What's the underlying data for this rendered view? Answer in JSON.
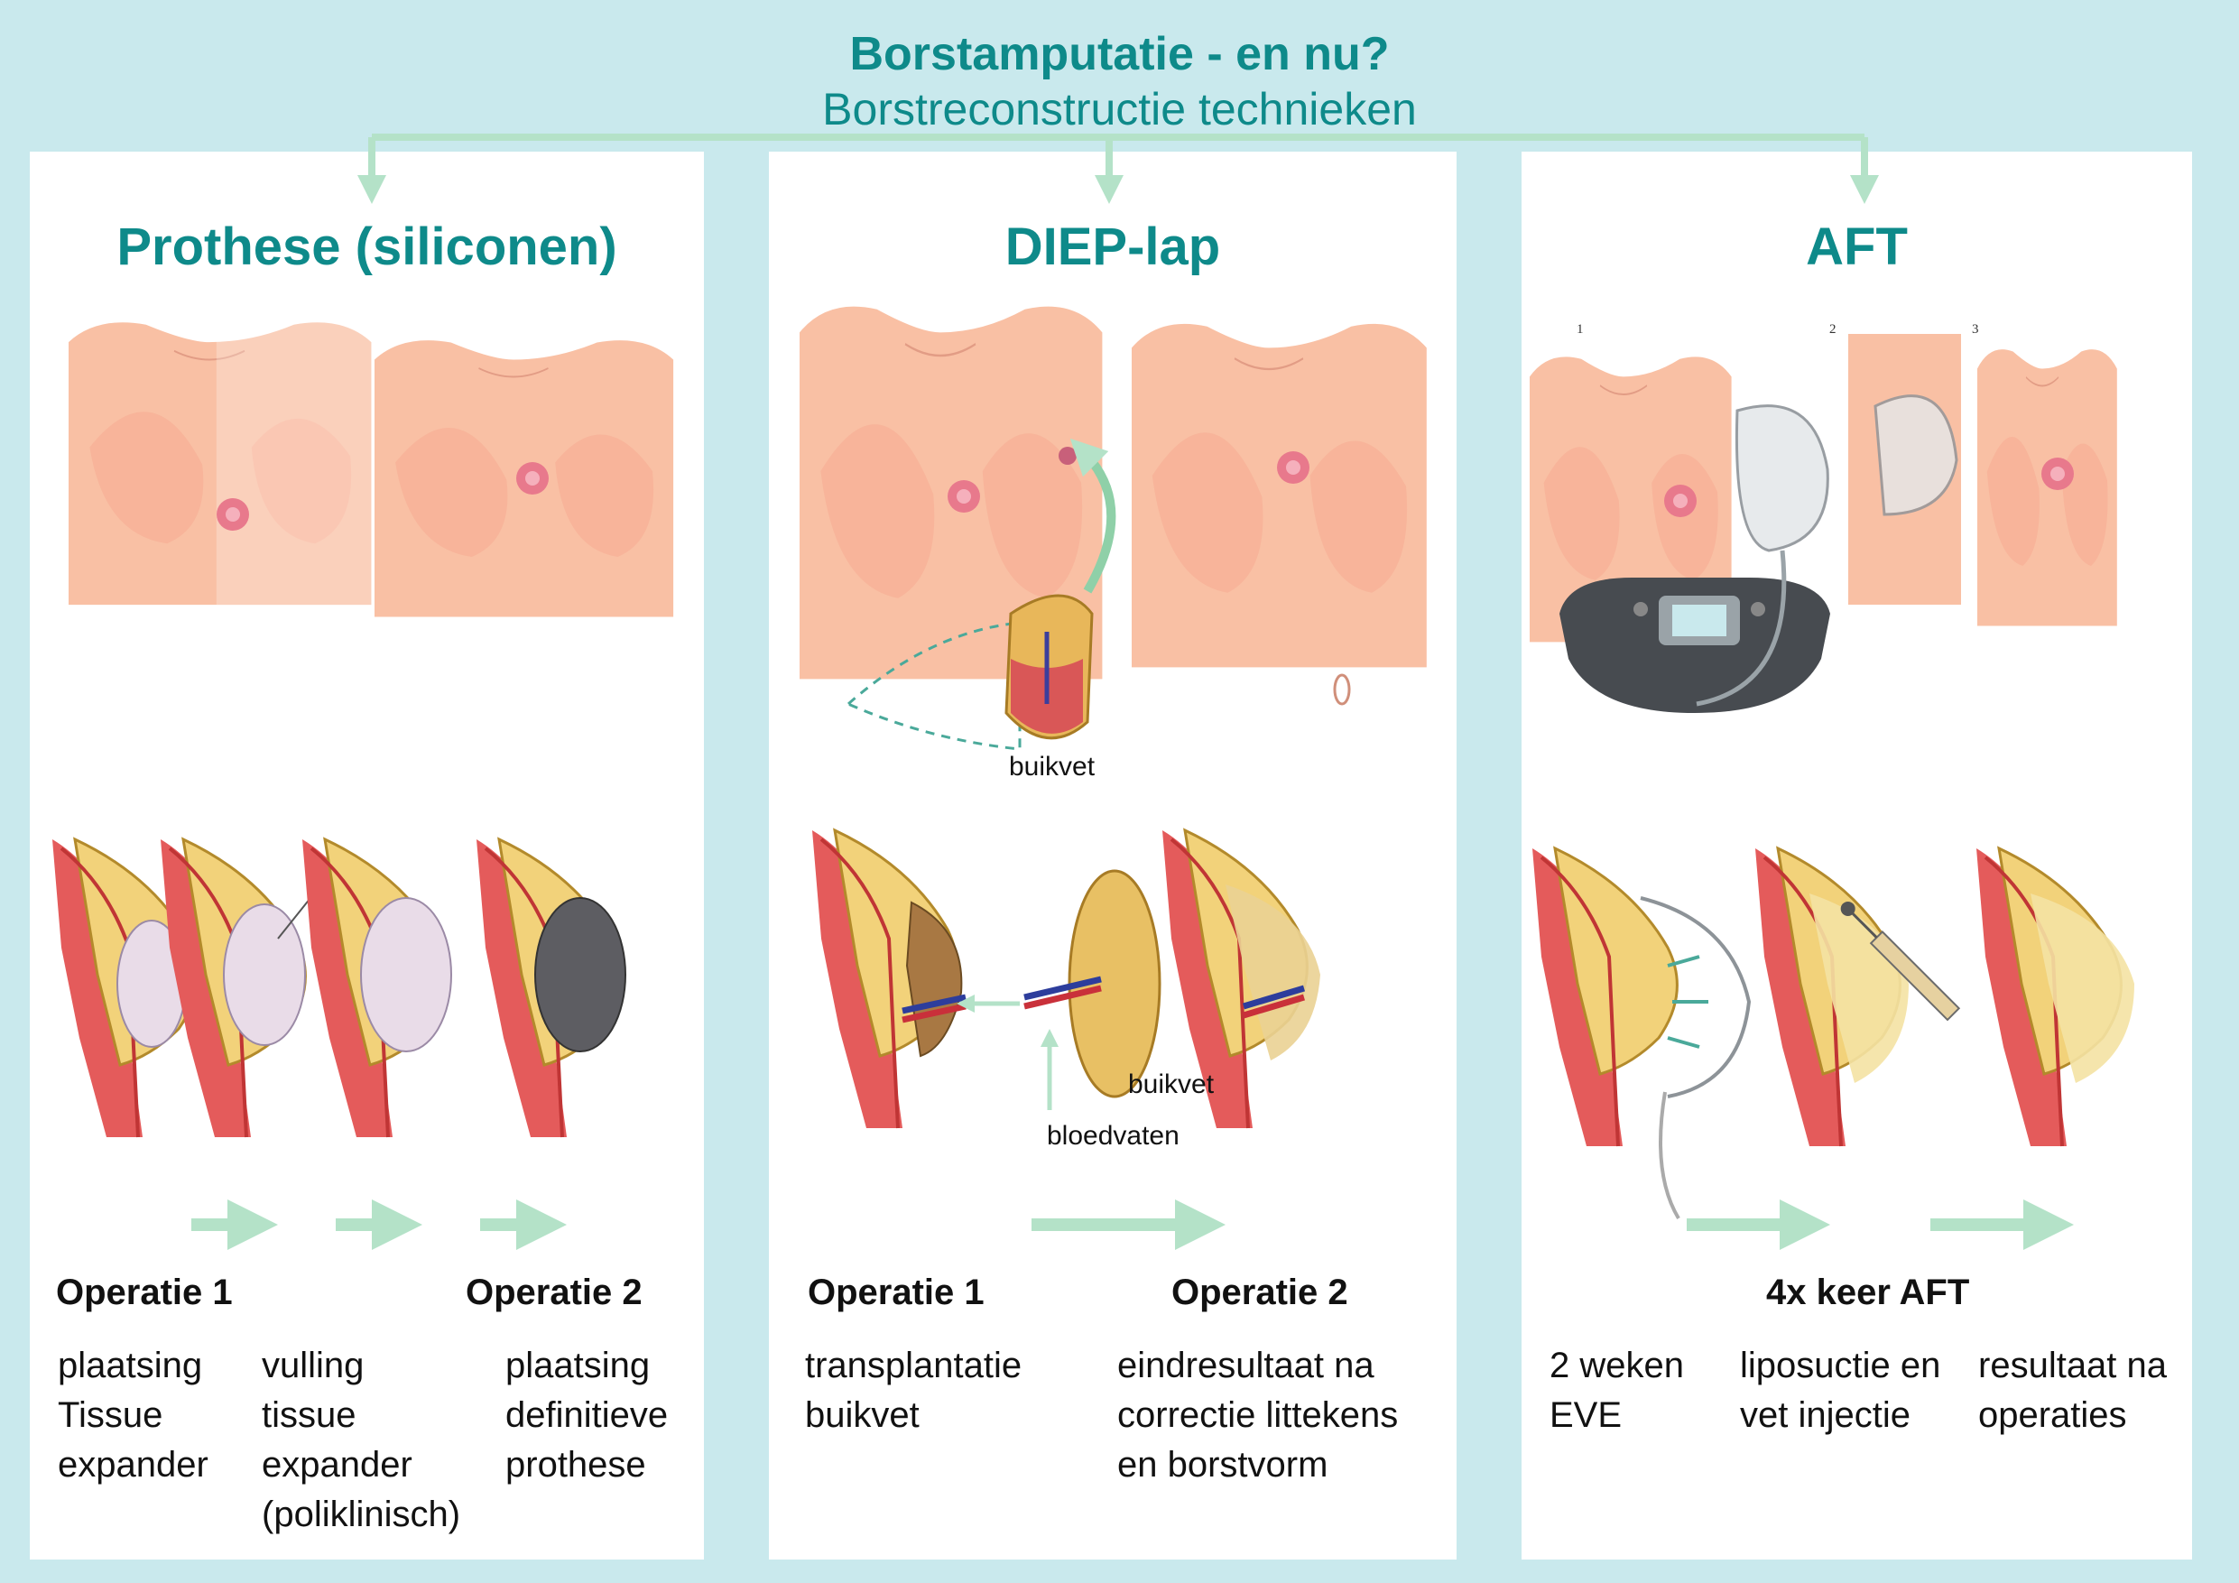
{
  "header": {
    "title": "Borstamputatie - en nu?",
    "subtitle": "Borstreconstructie technieken"
  },
  "colors": {
    "background": "#c9e9ed",
    "title": "#0e8a8a",
    "arrow": "#b4e2c8",
    "skin": "#f9c0a4",
    "fat": "#f2d27a",
    "muscle": "#e06060"
  },
  "panels": [
    {
      "id": "prothese",
      "heading": "Prothese (siliconen)",
      "operations": [
        "Operatie 1",
        "Operatie 2"
      ],
      "steps": [
        [
          "plaatsing",
          "Tissue",
          "expander"
        ],
        [
          "vulling",
          "tissue",
          "expander",
          "(poliklinisch)"
        ],
        [
          "plaatsing",
          "definitieve",
          "prothese"
        ]
      ]
    },
    {
      "id": "diep",
      "heading": "DIEP-lap",
      "labels": {
        "buikvet_top": "buikvet",
        "buikvet_side": "buikvet",
        "bloedvaten": "bloedvaten"
      },
      "operations": [
        "Operatie 1",
        "Operatie 2"
      ],
      "steps": [
        [
          "transplantatie",
          "buikvet"
        ],
        [
          "eindresultaat na",
          "correctie littekens",
          "en borstvorm"
        ]
      ]
    },
    {
      "id": "aft",
      "heading": "AFT",
      "figure_numbers": [
        "1",
        "2",
        "3"
      ],
      "operations": [
        "4x keer AFT"
      ],
      "steps": [
        [
          "2 weken",
          "EVE"
        ],
        [
          "liposuctie en",
          "vet injectie"
        ],
        [
          "resultaat na",
          "operaties"
        ]
      ]
    }
  ]
}
